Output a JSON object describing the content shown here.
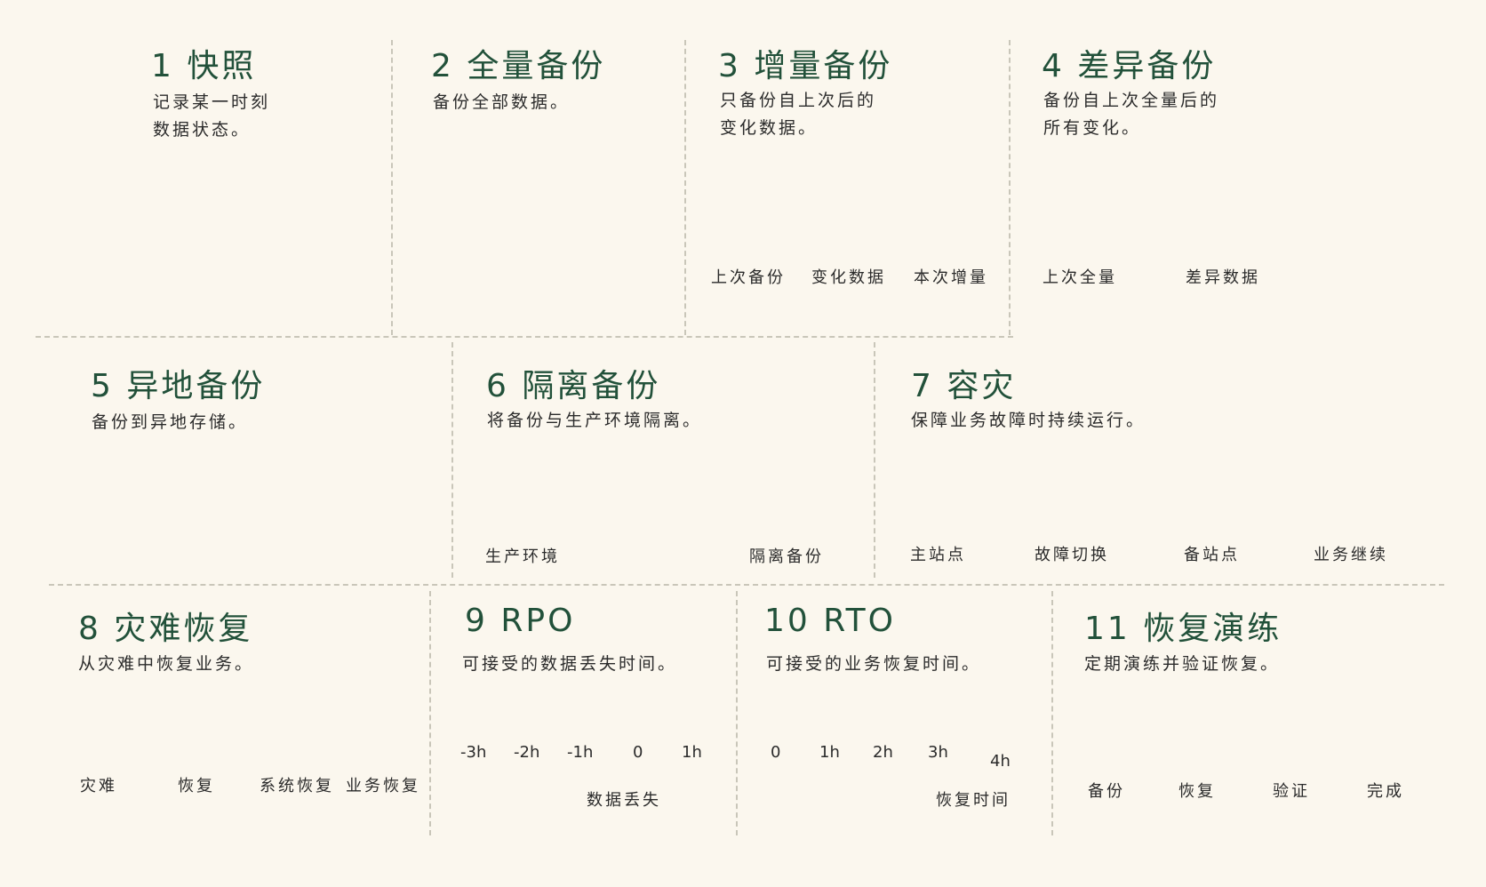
{
  "panels": {
    "p1": {
      "number": "1",
      "title": "快照",
      "desc_line1": "记录某一时刻",
      "desc_line2": "数据状态。"
    },
    "p2": {
      "number": "2",
      "title": "全量备份",
      "desc_line1": "备份全部数据。"
    },
    "p3": {
      "number": "3",
      "title": "增量备份",
      "desc_line1": "只备份自上次后的",
      "desc_line2": "变化数据。",
      "labels": [
        "上次备份",
        "变化数据",
        "本次增量"
      ]
    },
    "p4": {
      "number": "4",
      "title": "差异备份",
      "desc_line1": "备份自上次全量后的",
      "desc_line2": "所有变化。",
      "labels": [
        "上次全量",
        "差异数据"
      ],
      "thought": "…"
    },
    "p5": {
      "number": "5",
      "title": "异地备份",
      "desc_line1": "备份到异地存储。"
    },
    "p6": {
      "number": "6",
      "title": "隔离备份",
      "desc_line1": "将备份与生产环境隔离。",
      "labels": [
        "生产环境",
        "隔离备份"
      ]
    },
    "p7": {
      "number": "7",
      "title": "容灾",
      "desc_line1": "保障业务故障时持续运行。",
      "labels": [
        "主站点",
        "故障切换",
        "备站点",
        "业务继续"
      ]
    },
    "p8": {
      "number": "8",
      "title": "灾难恢复",
      "desc_line1": "从灾难中恢复业务。",
      "labels": [
        "灾难",
        "恢复",
        "系统恢复",
        "业务恢复"
      ]
    },
    "p9": {
      "number": "9",
      "title": "RPO",
      "desc_line1": "可接受的数据丢失时间。",
      "ticks": [
        "-3h",
        "-2h",
        "-1h",
        "0",
        "1h"
      ],
      "arrow_label": "数据丢失"
    },
    "p10": {
      "number": "10",
      "title": "RTO",
      "desc_line1": "可接受的业务恢复时间。",
      "ticks": [
        "0",
        "1h",
        "2h",
        "3h",
        "4h"
      ],
      "arrow_label": "恢复时间"
    },
    "p11": {
      "number": "11",
      "title": "恢复演练",
      "desc_line1": "定期演练并验证恢复。",
      "labels": [
        "备份",
        "恢复",
        "验证",
        "完成"
      ]
    }
  },
  "colors": {
    "title_green": "#22513a",
    "cylinder_fill": "#e4ecf5",
    "cylinder_stroke": "#3a3a3a",
    "change_blue": "#9cc2e6",
    "diff_green": "#a9d08a",
    "folder_yellow": "#f8e3a4",
    "check_green": "#a8d19a",
    "pin_purple": "#b28fd0",
    "shield_green": "#8fc287",
    "lock_gold": "#f0c24a",
    "rpo_red": "#8b2a3a",
    "rto_gold": "#d4a017",
    "camera_blue": "#b9d4ec",
    "snapshot_pink": "#f08a9a"
  }
}
